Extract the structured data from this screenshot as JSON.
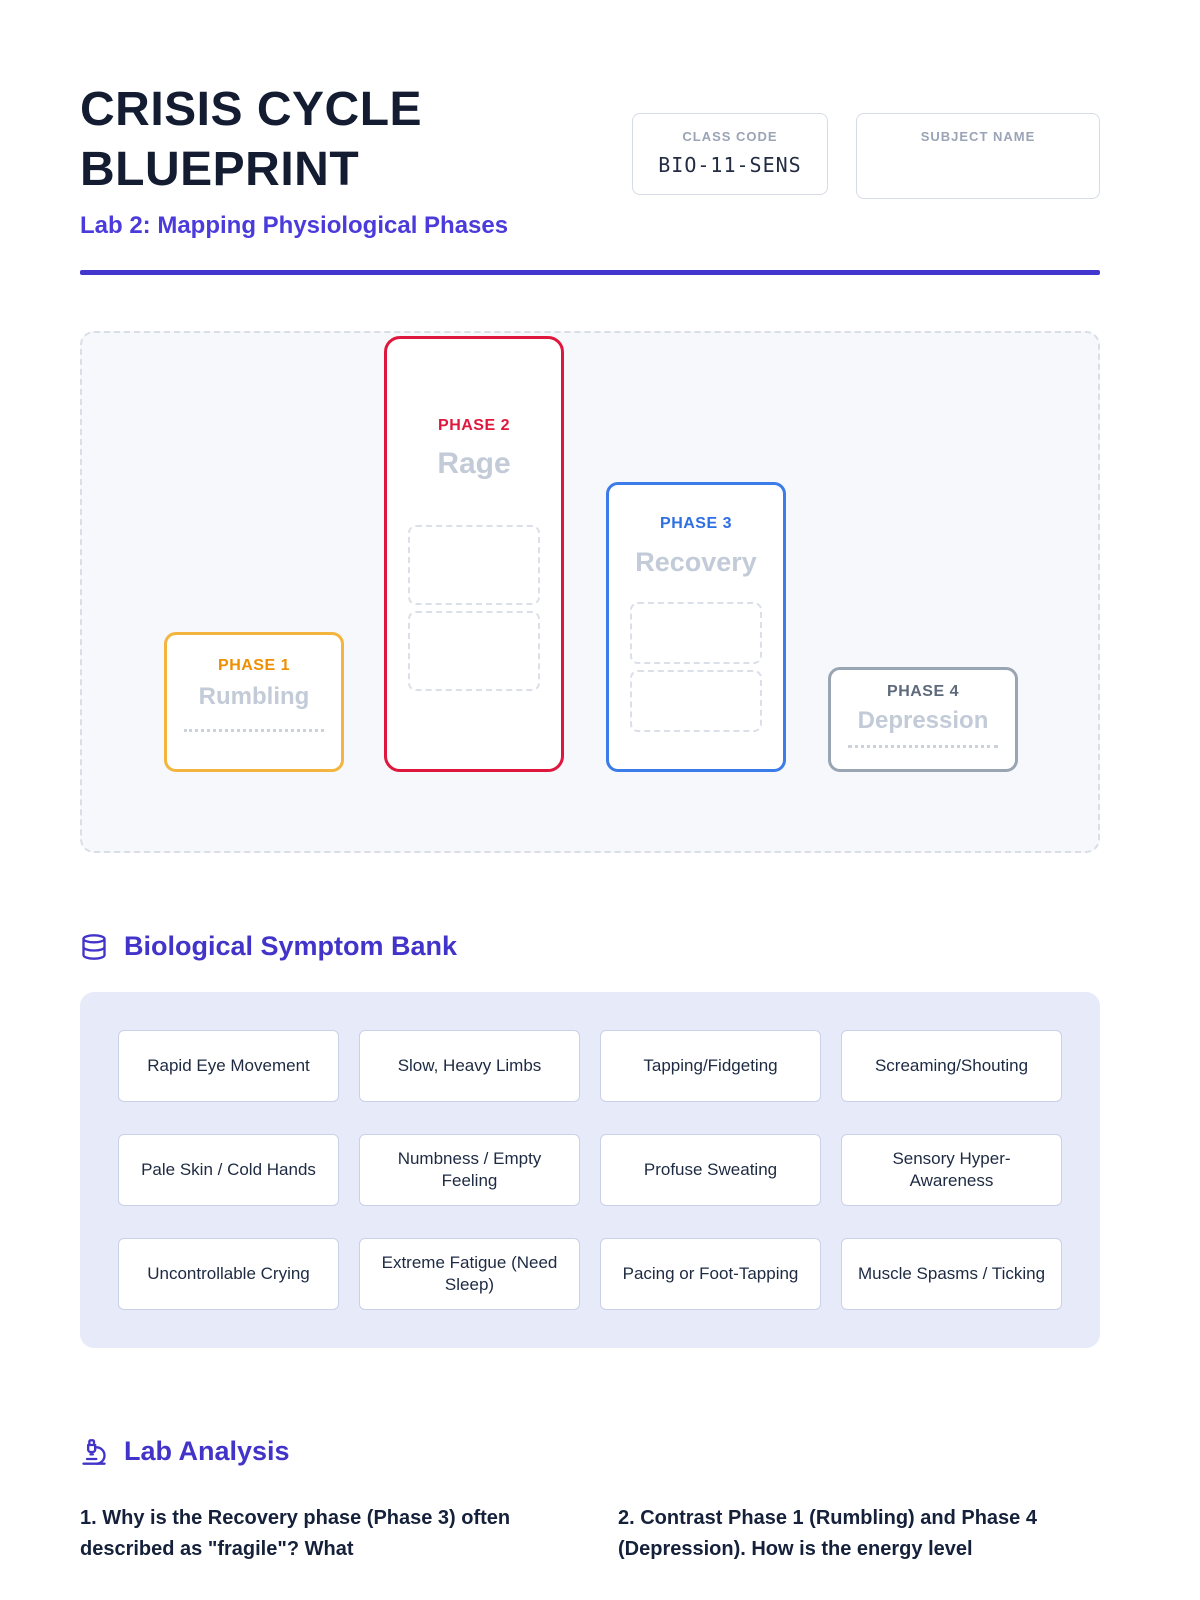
{
  "header": {
    "title_line1": "CRISIS CYCLE",
    "title_line2": "BLUEPRINT",
    "subtitle": "Lab 2: Mapping Physiological Phases",
    "class_code": {
      "label": "CLASS CODE",
      "value": "BIO-11-SENS"
    },
    "subject_name": {
      "label": "SUBJECT NAME",
      "value": ""
    }
  },
  "diagram": {
    "phases": [
      {
        "label": "PHASE 1",
        "name": "Rumbling",
        "accent": "#ee8e00",
        "border": "#f3b53e",
        "drop_slots": 0,
        "answer_line": true
      },
      {
        "label": "PHASE 2",
        "name": "Rage",
        "accent": "#e0173d",
        "border": "#e0173d",
        "drop_slots": 2,
        "answer_line": false
      },
      {
        "label": "PHASE 3",
        "name": "Recovery",
        "accent": "#2e6fe2",
        "border": "#3c7ce8",
        "drop_slots": 2,
        "answer_line": false
      },
      {
        "label": "PHASE 4",
        "name": "Depression",
        "accent": "#5e6a7b",
        "border": "#9aa5b4",
        "drop_slots": 0,
        "answer_line": true
      }
    ]
  },
  "symptom_bank": {
    "title": "Biological Symptom Bank",
    "icon": "database-icon",
    "symptoms": [
      "Rapid Eye Movement",
      "Slow, Heavy Limbs",
      "Tapping/Fidgeting",
      "Screaming/Shouting",
      "Pale Skin / Cold Hands",
      "Numbness / Empty Feeling",
      "Profuse Sweating",
      "Sensory Hyper-Awareness",
      "Uncontrollable Crying",
      "Extreme Fatigue (Need Sleep)",
      "Pacing or Foot-Tapping",
      "Muscle Spasms / Ticking"
    ]
  },
  "lab_analysis": {
    "title": "Lab Analysis",
    "icon": "microscope-icon",
    "questions": [
      "1. Why is the Recovery phase (Phase 3) often described as \"fragile\"? What",
      "2. Contrast Phase 1 (Rumbling) and Phase 4 (Depression). How is the energy level"
    ]
  },
  "colors": {
    "accent_purple": "#4636d2",
    "title_navy": "#141d33",
    "phase_name_gray": "#c2cbd7",
    "bank_background": "#e7eaf9"
  }
}
